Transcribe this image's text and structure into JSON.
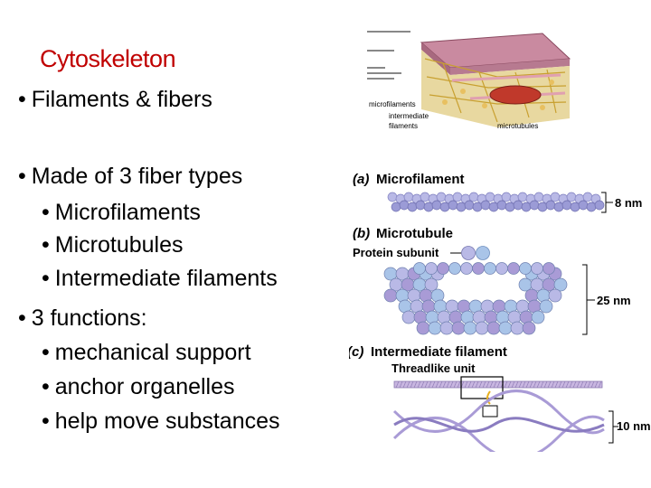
{
  "slide": {
    "title": "Cytoskeleton",
    "bullets": [
      {
        "text": "Filaments & fibers"
      },
      {
        "text": "Made of 3 fiber types"
      },
      {
        "text": "Microfilaments"
      },
      {
        "text": "Microtubules"
      },
      {
        "text": "Intermediate filaments"
      },
      {
        "text": "3 functions:"
      },
      {
        "text": "mechanical support"
      },
      {
        "text": "anchor organelles"
      },
      {
        "text": "help move substances"
      }
    ]
  },
  "figure_top": {
    "labels": {
      "microfilaments": "microfilaments",
      "intermediate_1": "intermediate",
      "intermediate_2": "filaments",
      "microtubules": "microtubules"
    }
  },
  "figure_bottom": {
    "a_label": "(a)",
    "a_title": "Microfilament",
    "a_size": "8 nm",
    "b_label": "(b)",
    "b_title": "Microtubule",
    "b_subunit": "Protein subunit",
    "b_size": "25 nm",
    "c_label": "(c)",
    "c_title": "Intermediate filament",
    "c_unit": "Threadlike unit",
    "c_size": "10 nm"
  },
  "colors": {
    "title": "#c00000",
    "bead_light": "#b9b9e6",
    "bead_mid": "#9b9bd6",
    "tube_blue": "#a9c4e8",
    "tube_purple": "#a99bd6",
    "membrane": "#c9879b"
  }
}
